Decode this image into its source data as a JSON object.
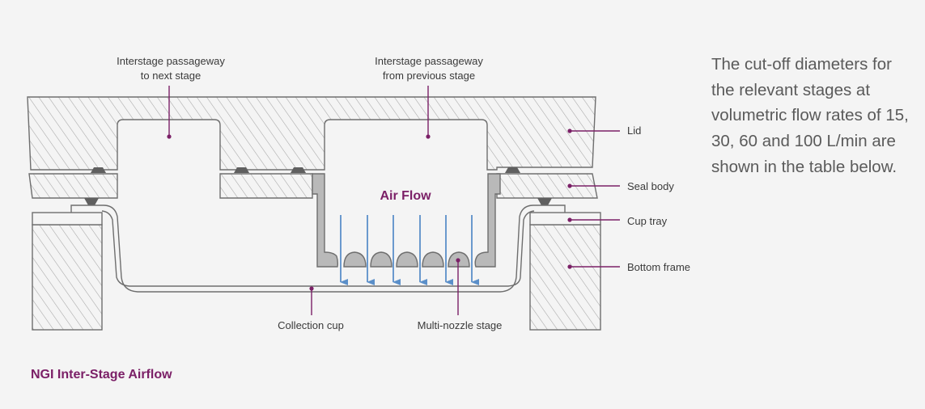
{
  "diagram": {
    "labels": {
      "passage_next_line1": "Interstage passageway",
      "passage_next_line2": "to next stage",
      "passage_prev_line1": "Interstage passageway",
      "passage_prev_line2": "from previous stage",
      "air_flow": "Air Flow",
      "lid": "Lid",
      "seal_body": "Seal body",
      "cup_tray": "Cup tray",
      "bottom_frame": "Bottom frame",
      "collection_cup": "Collection cup",
      "multi_nozzle_stage": "Multi-nozzle stage"
    },
    "colors": {
      "accent": "#7b2067",
      "arrow": "#5b8fc9",
      "background": "#f4f4f4",
      "hatch": "#a5a5a5",
      "metal": "#b9b9b9"
    }
  },
  "description": "The cut-off diameters for the relevant stages at volumetric flow rates of 15, 30, 60 and 100 L/min are shown in the table below.",
  "caption": "NGI Inter-Stage Airflow"
}
